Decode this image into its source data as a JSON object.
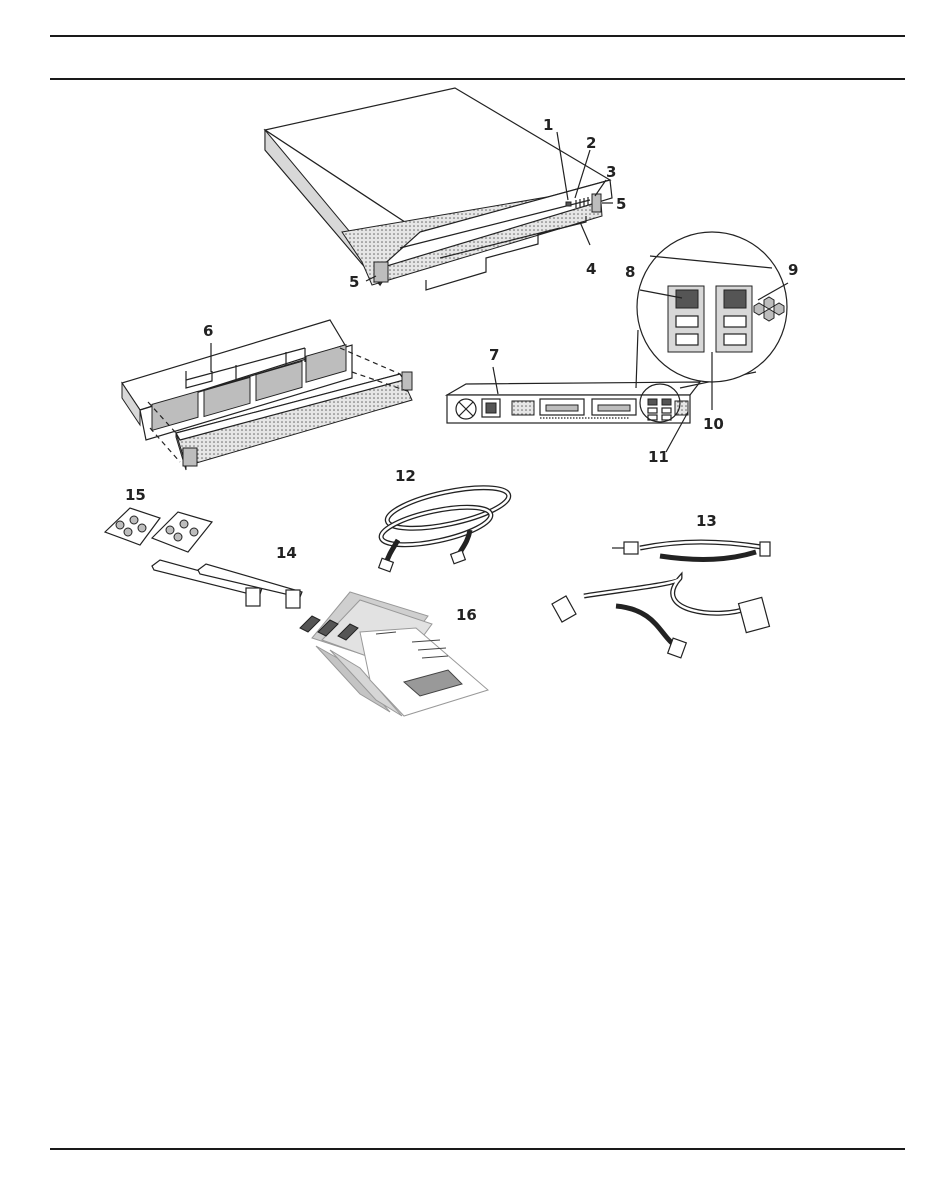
{
  "figure": {
    "callouts": {
      "c1": "1",
      "c2": "2",
      "c3": "3",
      "c4": "4",
      "c5a": "5",
      "c5b": "5",
      "c6": "6",
      "c7": "7",
      "c8": "8",
      "c9": "9",
      "c10": "10",
      "c11": "11",
      "c12": "12",
      "c13": "13",
      "c14": "14",
      "c15": "15",
      "c16": "16"
    }
  }
}
